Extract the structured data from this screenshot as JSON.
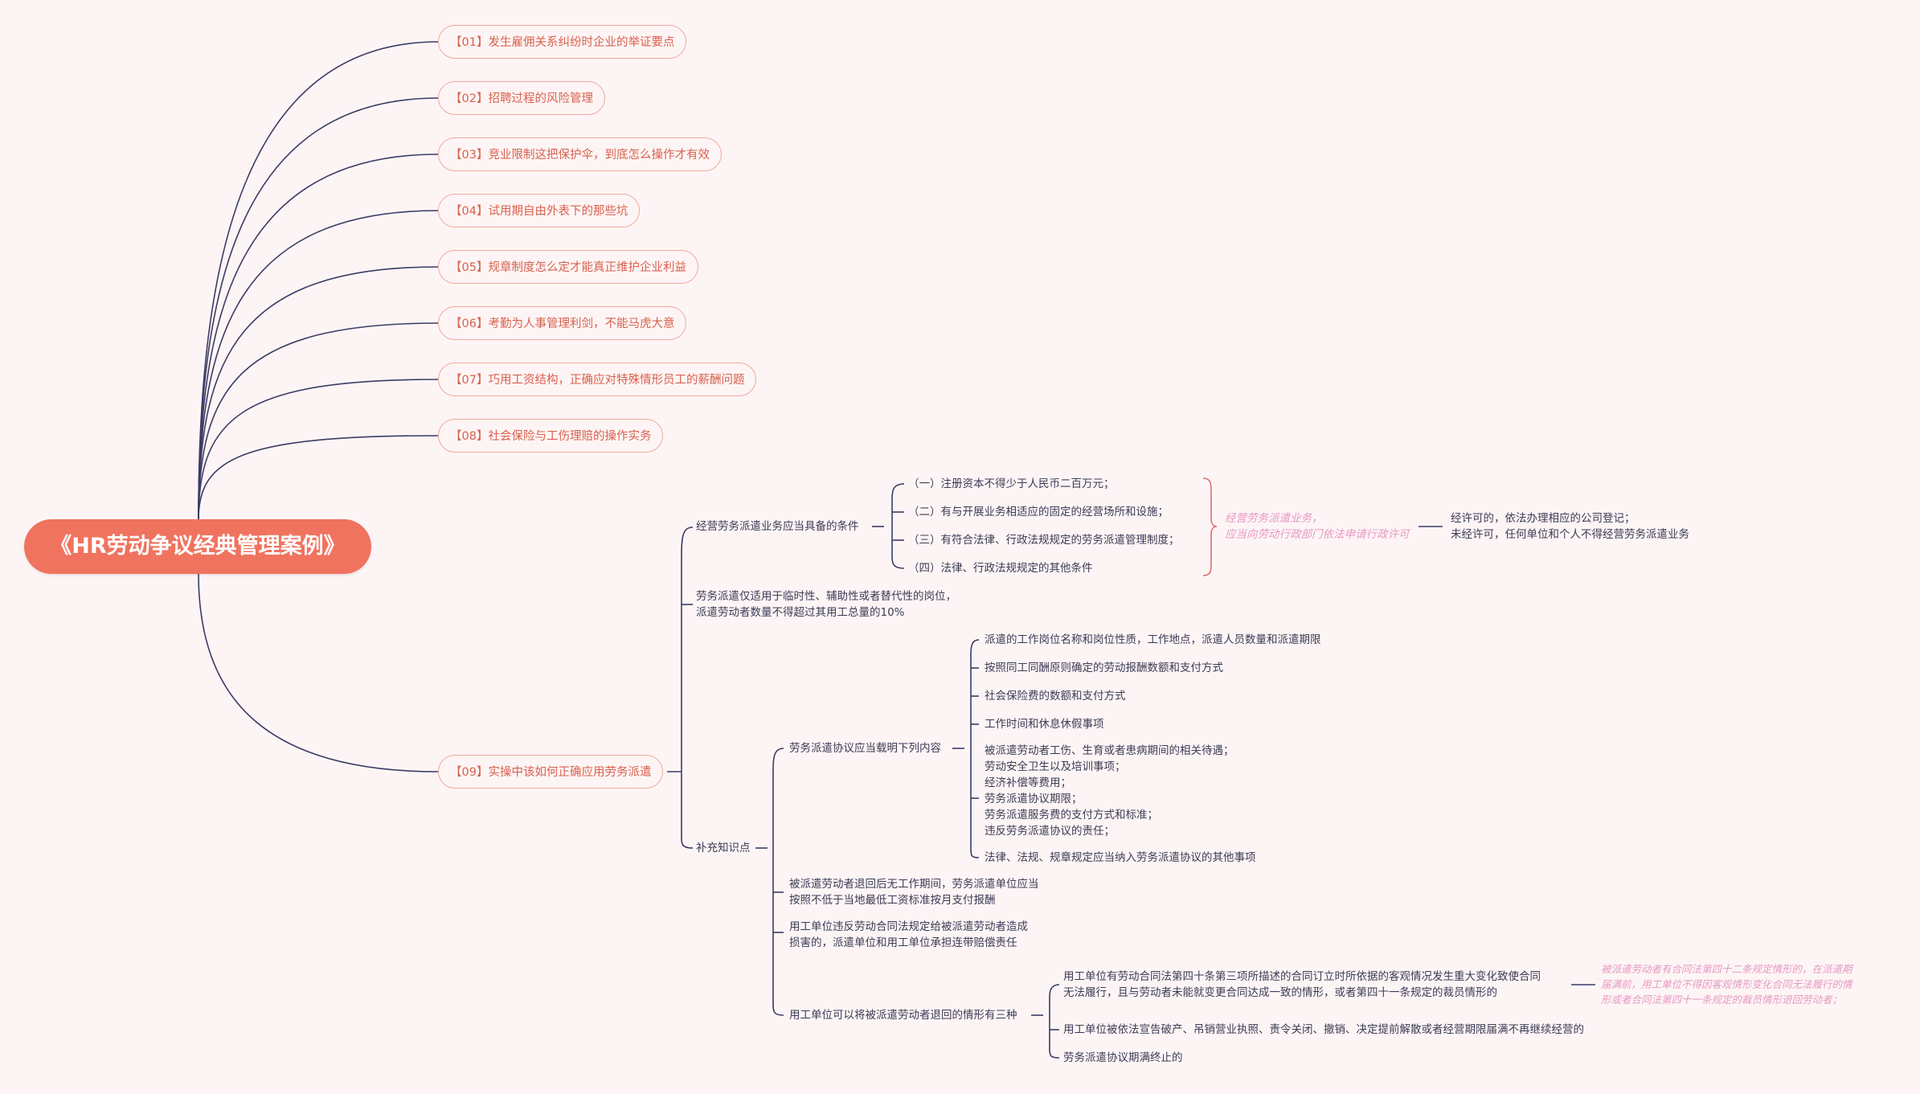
{
  "root": {
    "title": "《HR劳动争议经典管理案例》"
  },
  "chapters": [
    "【01】发生雇佣关系纠纷时企业的举证要点",
    "【02】招聘过程的风险管理",
    "【03】竞业限制这把保护伞，到底怎么操作才有效",
    "【04】试用期自由外表下的那些坑",
    "【05】规章制度怎么定才能真正维护企业利益",
    "【06】考勤为人事管理利剑，不能马虎大意",
    "【07】巧用工资结构，正确应对特殊情形员工的薪酬问题",
    "【08】社会保险与工伤理赔的操作实务",
    "【09】实操中该如何正确应用劳务派遣"
  ],
  "ch9": {
    "conditions": {
      "label": "经营劳务派遣业务应当具备的条件",
      "items": [
        "（一）注册资本不得少于人民币二百万元；",
        "（二）有与开展业务相适应的固定的经营场所和设施；",
        "（三）有符合法律、行政法规规定的劳务派遣管理制度；",
        "（四）法律、行政法规规定的其他条件"
      ],
      "license_note": "经营劳务派遣业务，\n应当向劳动行政部门依法申请行政许可",
      "license_result": "经许可的，依法办理相应的公司登记；\n未经许可，任何单位和个人不得经营劳务派遣业务"
    },
    "scope": "劳务派遣仅适用于临时性、辅助性或者替代性的岗位，\n派遣劳动者数量不得超过其用工总量的10%",
    "supplement": {
      "label": "补充知识点",
      "agreement": {
        "label": "劳务派遣协议应当载明下列内容",
        "items": [
          "派遣的工作岗位名称和岗位性质，工作地点，派遣人员数量和派遣期限",
          "按照同工同酬原则确定的劳动报酬数额和支付方式",
          "社会保险费的数额和支付方式",
          "工作时间和休息休假事项",
          "被派遣劳动者工伤、生育或者患病期间的相关待遇；\n劳动安全卫生以及培训事项；\n经济补偿等费用；\n劳务派遣协议期限；\n劳务派遣服务费的支付方式和标准；\n违反劳务派遣协议的责任；",
          "法律、法规、规章规定应当纳入劳务派遣协议的其他事项"
        ]
      },
      "idle_pay": "被派遣劳动者退回后无工作期间，劳务派遣单位应当\n按照不低于当地最低工资标准按月支付报酬",
      "liability": "用工单位违反劳动合同法规定给被派遣劳动者造成\n损害的，派遣单位和用工单位承担连带赔偿责任",
      "return": {
        "label": "用工单位可以将被派遣劳动者退回的情形有三种",
        "items": [
          "用工单位有劳动合同法第四十条第三项所描述的合同订立时所依据的客观情况发生重大变化致使合同\n无法履行，且与劳动者未能就变更合同达成一致的情形，或者第四十一条规定的裁员情形的",
          "用工单位被依法宣告破产、吊销营业执照、责令关闭、撤销、决定提前解散或者经营期限届满不再继续经营的",
          "劳务派遣协议期满终止的"
        ],
        "note": "被派遣劳动者有合同法第四十二条规定情形的，在派遣期\n届满前，用工单位不得因客观情形变化合同无法履行的情\n形或者合同法第四十一条规定的裁员情形退回劳动者；"
      }
    }
  },
  "colors": {
    "root": "#f0735f",
    "pill_border": "#f0aa9e",
    "pill_text": "#d9614e",
    "line": "#3c3c66",
    "note": "#e699c2"
  }
}
